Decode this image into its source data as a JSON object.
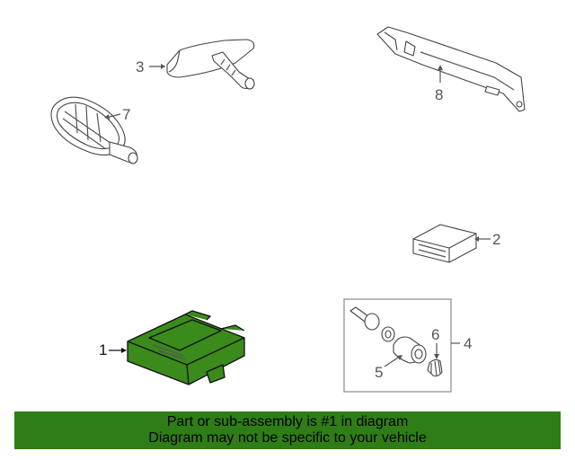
{
  "highlight_color": "#3a8a1c",
  "banner_color": "#2f7d16",
  "callouts": {
    "n1": "1",
    "n2": "2",
    "n3": "3",
    "n4": "4",
    "n5": "5",
    "n6": "6",
    "n7": "7",
    "n8": "8"
  },
  "banner": {
    "line1": "Part or sub-assembly is #1 in diagram",
    "line2": "Diagram may not be specific to your vehicle"
  }
}
